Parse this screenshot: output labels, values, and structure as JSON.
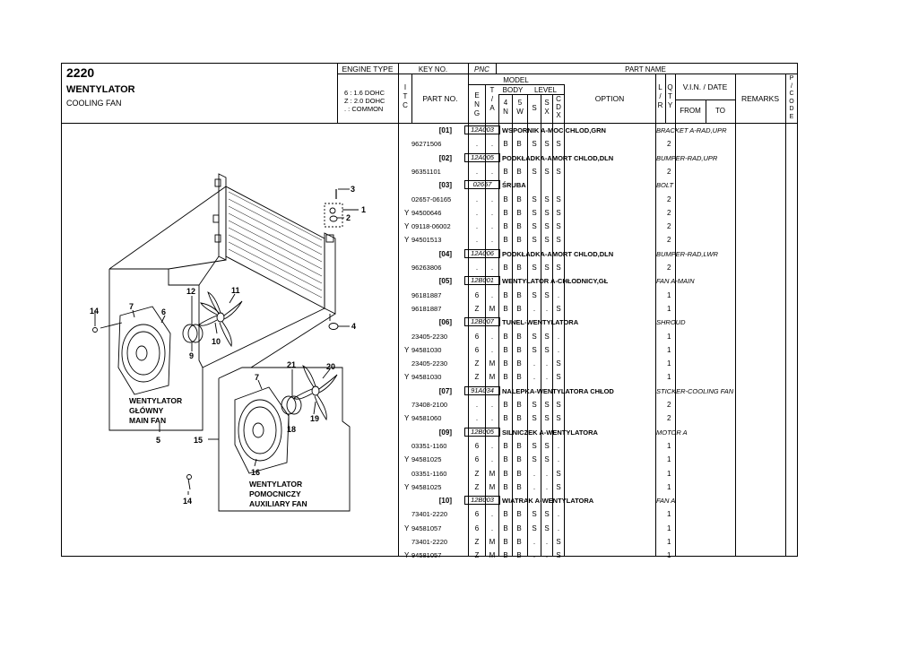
{
  "header": {
    "page_code": "2220",
    "title_pl": "WENTYLATOR",
    "title_en": "COOLING FAN",
    "engine_type_label": "ENGINE TYPE",
    "engine_lines": [
      "6 : 1.6 DOHC",
      "Z : 2.0 DOHC",
      ". : COMMON"
    ]
  },
  "columns": {
    "key_no": "KEY NO.",
    "pnc": "PNC",
    "part_name": "PART NAME",
    "itc": [
      "I",
      "T",
      "C"
    ],
    "part_no": "PART NO.",
    "model": "MODEL",
    "eng": [
      "E",
      "N",
      "G"
    ],
    "ta": [
      "T",
      "/",
      "A"
    ],
    "body": "BODY",
    "level": "LEVEL",
    "body4": [
      "4",
      "N"
    ],
    "body5": [
      "5",
      "W"
    ],
    "s1": "S",
    "sx": [
      "S",
      "X"
    ],
    "cdx": [
      "C",
      "D",
      "X"
    ],
    "option": "OPTION",
    "lr": [
      "L",
      "/",
      "R"
    ],
    "qty": [
      "Q",
      "T",
      "Y"
    ],
    "vin_date": "V.I.N. / DATE",
    "from": "FROM",
    "to": "TO",
    "remarks": "REMARKS",
    "pcode": [
      "P",
      "/",
      "C",
      "O",
      "D",
      "E"
    ]
  },
  "diagram": {
    "labels": {
      "main_fan": [
        "WENTYLATOR",
        "GŁÓWNY",
        "MAIN FAN"
      ],
      "aux_fan": [
        "WENTYLATOR",
        "POMOCNICZY",
        "AUXILIARY FAN"
      ]
    },
    "callouts": [
      "1",
      "2",
      "3",
      "4",
      "5",
      "6",
      "7",
      "9",
      "10",
      "11",
      "12",
      "14",
      "15",
      "16",
      "7",
      "18",
      "19",
      "20",
      "21",
      "14"
    ]
  },
  "groups": [
    {
      "key": "[01]",
      "pnc": "12A003",
      "name": "WSPORNIK A-MOC CHLOD,GRN",
      "eng_name": "BRACKET A-RAD,UPR",
      "rows": [
        {
          "itc": "",
          "part": "96271506",
          "eng": ".",
          "ta": ".",
          "b4": "B",
          "b5": "B",
          "s": "S",
          "sx": "S",
          "cdx": "S",
          "qty": "2"
        }
      ]
    },
    {
      "key": "[02]",
      "pnc": "12A005",
      "name": "PODKŁADKA-AMORT CHLOD,DLN",
      "eng_name": "BUMPER-RAD,UPR",
      "rows": [
        {
          "itc": "",
          "part": "96351101",
          "eng": ".",
          "ta": ".",
          "b4": "B",
          "b5": "B",
          "s": "S",
          "sx": "S",
          "cdx": "S",
          "qty": "2"
        }
      ]
    },
    {
      "key": "[03]",
      "pnc": "02657",
      "name": "ŚRUBA",
      "eng_name": "BOLT",
      "rows": [
        {
          "itc": "",
          "part": "02657-06165",
          "eng": ".",
          "ta": ".",
          "b4": "B",
          "b5": "B",
          "s": "S",
          "sx": "S",
          "cdx": "S",
          "qty": "2"
        },
        {
          "itc": "Y",
          "part": "94500646",
          "eng": ".",
          "ta": ".",
          "b4": "B",
          "b5": "B",
          "s": "S",
          "sx": "S",
          "cdx": "S",
          "qty": "2"
        },
        {
          "itc": "Y",
          "part": "09118-06002",
          "eng": ".",
          "ta": ".",
          "b4": "B",
          "b5": "B",
          "s": "S",
          "sx": "S",
          "cdx": "S",
          "qty": "2"
        },
        {
          "itc": "Y",
          "part": "94501513",
          "eng": ".",
          "ta": ".",
          "b4": "B",
          "b5": "B",
          "s": "S",
          "sx": "S",
          "cdx": "S",
          "qty": "2"
        }
      ]
    },
    {
      "key": "[04]",
      "pnc": "12A006",
      "name": "PODKŁADKA-AMORT CHLOD,DLN",
      "eng_name": "BUMPER-RAD,LWR",
      "rows": [
        {
          "itc": "",
          "part": "96263806",
          "eng": ".",
          "ta": ".",
          "b4": "B",
          "b5": "B",
          "s": "S",
          "sx": "S",
          "cdx": "S",
          "qty": "2"
        }
      ]
    },
    {
      "key": "[05]",
      "pnc": "12B001",
      "name": "WENTYLATOR A-CHŁODNICY,GŁ",
      "eng_name": "FAN A-MAIN",
      "rows": [
        {
          "itc": "",
          "part": "96181887",
          "eng": "6",
          "ta": ".",
          "b4": "B",
          "b5": "B",
          "s": "S",
          "sx": "S",
          "cdx": ".",
          "qty": "1"
        },
        {
          "itc": "",
          "part": "96181887",
          "eng": "Z",
          "ta": "M",
          "b4": "B",
          "b5": "B",
          "s": ".",
          "sx": ".",
          "cdx": "S",
          "qty": "1"
        }
      ]
    },
    {
      "key": "[06]",
      "pnc": "12B007",
      "name": "TUNEL-WENTYLATORA",
      "eng_name": "SHROUD",
      "rows": [
        {
          "itc": "",
          "part": "23405-2230",
          "eng": "6",
          "ta": ".",
          "b4": "B",
          "b5": "B",
          "s": "S",
          "sx": "S",
          "cdx": ".",
          "qty": "1"
        },
        {
          "itc": "Y",
          "part": "94581030",
          "eng": "6",
          "ta": ".",
          "b4": "B",
          "b5": "B",
          "s": "S",
          "sx": "S",
          "cdx": ".",
          "qty": "1"
        },
        {
          "itc": "",
          "part": "23405-2230",
          "eng": "Z",
          "ta": "M",
          "b4": "B",
          "b5": "B",
          "s": ".",
          "sx": ".",
          "cdx": "S",
          "qty": "1"
        },
        {
          "itc": "Y",
          "part": "94581030",
          "eng": "Z",
          "ta": "M",
          "b4": "B",
          "b5": "B",
          "s": ".",
          "sx": ".",
          "cdx": "S",
          "qty": "1"
        }
      ]
    },
    {
      "key": "[07]",
      "pnc": "91A034",
      "name": "NALEPKA-WENTYLATORA CHŁOD",
      "eng_name": "STICKER-COOLING FAN",
      "rows": [
        {
          "itc": "",
          "part": "73408-2100",
          "eng": ".",
          "ta": ".",
          "b4": "B",
          "b5": "B",
          "s": "S",
          "sx": "S",
          "cdx": "S",
          "qty": "2"
        },
        {
          "itc": "Y",
          "part": "94581060",
          "eng": ".",
          "ta": ".",
          "b4": "B",
          "b5": "B",
          "s": "S",
          "sx": "S",
          "cdx": "S",
          "qty": "2"
        }
      ]
    },
    {
      "key": "[09]",
      "pnc": "12B005",
      "name": "SILNICZEK A-WENTYLATORA",
      "eng_name": "MOTOR A",
      "rows": [
        {
          "itc": "",
          "part": "03351-1160",
          "eng": "6",
          "ta": ".",
          "b4": "B",
          "b5": "B",
          "s": "S",
          "sx": "S",
          "cdx": ".",
          "qty": "1"
        },
        {
          "itc": "Y",
          "part": "94581025",
          "eng": "6",
          "ta": ".",
          "b4": "B",
          "b5": "B",
          "s": "S",
          "sx": "S",
          "cdx": ".",
          "qty": "1"
        },
        {
          "itc": "",
          "part": "03351-1160",
          "eng": "Z",
          "ta": "M",
          "b4": "B",
          "b5": "B",
          "s": ".",
          "sx": ".",
          "cdx": "S",
          "qty": "1"
        },
        {
          "itc": "Y",
          "part": "94581025",
          "eng": "Z",
          "ta": "M",
          "b4": "B",
          "b5": "B",
          "s": ".",
          "sx": ".",
          "cdx": "S",
          "qty": "1"
        }
      ]
    },
    {
      "key": "[10]",
      "pnc": "12B003",
      "name": "WIATRAK A-WENTYLATORA",
      "eng_name": "FAN A",
      "rows": [
        {
          "itc": "",
          "part": "73401-2220",
          "eng": "6",
          "ta": ".",
          "b4": "B",
          "b5": "B",
          "s": "S",
          "sx": "S",
          "cdx": ".",
          "qty": "1"
        },
        {
          "itc": "Y",
          "part": "94581057",
          "eng": "6",
          "ta": ".",
          "b4": "B",
          "b5": "B",
          "s": "S",
          "sx": "S",
          "cdx": ".",
          "qty": "1"
        },
        {
          "itc": "",
          "part": "73401-2220",
          "eng": "Z",
          "ta": "M",
          "b4": "B",
          "b5": "B",
          "s": ".",
          "sx": ".",
          "cdx": "S",
          "qty": "1"
        },
        {
          "itc": "Y",
          "part": "94581057",
          "eng": "Z",
          "ta": "M",
          "b4": "B",
          "b5": "B",
          "s": ".",
          "sx": ".",
          "cdx": "S",
          "qty": "1"
        }
      ]
    }
  ]
}
